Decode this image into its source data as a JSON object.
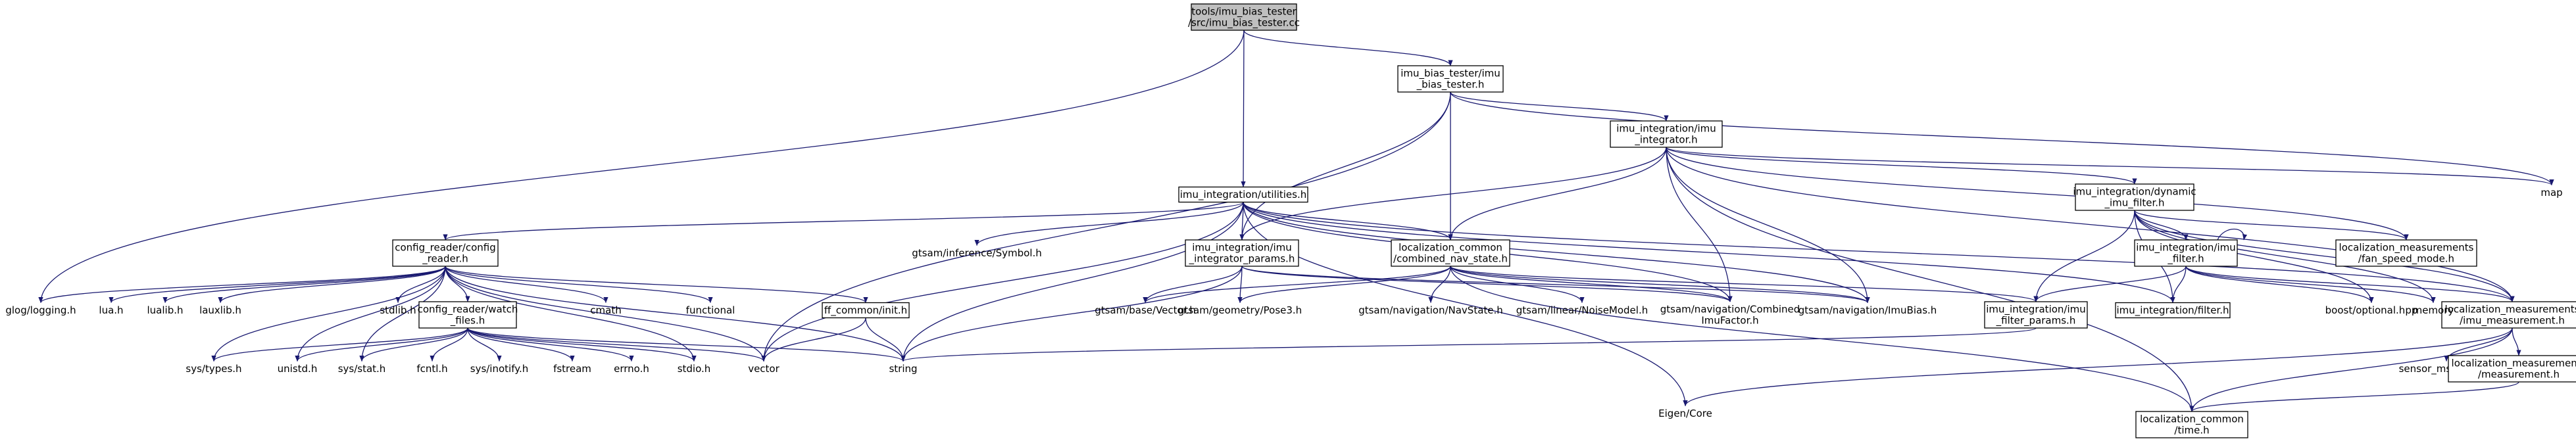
{
  "nodes": [
    {
      "id": "root",
      "lines": [
        "tools/imu_bias_tester",
        "/src/imu_bias_tester.cc"
      ],
      "kind": "root"
    },
    {
      "id": "tester_h",
      "lines": [
        "imu_bias_tester/imu",
        "_bias_tester.h"
      ],
      "kind": "box"
    },
    {
      "id": "integrator_h",
      "lines": [
        "imu_integration/imu",
        "_integrator.h"
      ],
      "kind": "box"
    },
    {
      "id": "utilities_h",
      "lines": [
        "imu_integration/utilities.h"
      ],
      "kind": "box"
    },
    {
      "id": "dynamic_filter_h",
      "lines": [
        "imu_integration/dynamic",
        "_imu_filter.h"
      ],
      "kind": "box"
    },
    {
      "id": "config_reader_h",
      "lines": [
        "config_reader/config",
        "_reader.h"
      ],
      "kind": "box"
    },
    {
      "id": "integrator_params_h",
      "lines": [
        "imu_integration/imu",
        "_integrator_params.h"
      ],
      "kind": "box"
    },
    {
      "id": "combined_nav_state_h",
      "lines": [
        "localization_common",
        "/combined_nav_state.h"
      ],
      "kind": "box"
    },
    {
      "id": "imu_filter_h",
      "lines": [
        "imu_integration/imu",
        "_filter.h"
      ],
      "kind": "box"
    },
    {
      "id": "fan_speed_mode_h",
      "lines": [
        "localization_measurements",
        "/fan_speed_mode.h"
      ],
      "kind": "box"
    },
    {
      "id": "map",
      "lines": [
        "map"
      ],
      "kind": "plain"
    },
    {
      "id": "symbol_h",
      "lines": [
        "gtsam/inference/Symbol.h"
      ],
      "kind": "plain"
    },
    {
      "id": "watch_files_h",
      "lines": [
        "config_reader/watch",
        "_files.h"
      ],
      "kind": "box"
    },
    {
      "id": "init_h",
      "lines": [
        "ff_common/init.h"
      ],
      "kind": "box"
    },
    {
      "id": "imu_filter_params_h",
      "lines": [
        "imu_integration/imu",
        "_filter_params.h"
      ],
      "kind": "box"
    },
    {
      "id": "filter_h",
      "lines": [
        "imu_integration/filter.h"
      ],
      "kind": "box"
    },
    {
      "id": "imu_measurement_h",
      "lines": [
        "localization_measurements",
        "/imu_measurement.h"
      ],
      "kind": "box"
    },
    {
      "id": "glog",
      "lines": [
        "glog/logging.h"
      ],
      "kind": "plain"
    },
    {
      "id": "lua_h",
      "lines": [
        "lua.h"
      ],
      "kind": "plain"
    },
    {
      "id": "lualib_h",
      "lines": [
        "lualib.h"
      ],
      "kind": "plain"
    },
    {
      "id": "lauxlib_h",
      "lines": [
        "lauxlib.h"
      ],
      "kind": "plain"
    },
    {
      "id": "stdlib_h",
      "lines": [
        "stdlib.h"
      ],
      "kind": "plain"
    },
    {
      "id": "cmath",
      "lines": [
        "cmath"
      ],
      "kind": "plain"
    },
    {
      "id": "functional",
      "lines": [
        "functional"
      ],
      "kind": "plain"
    },
    {
      "id": "vector_h",
      "lines": [
        "gtsam/base/Vector.h"
      ],
      "kind": "plain"
    },
    {
      "id": "pose3_h",
      "lines": [
        "gtsam/geometry/Pose3.h"
      ],
      "kind": "plain"
    },
    {
      "id": "navstate_h",
      "lines": [
        "gtsam/navigation/NavState.h"
      ],
      "kind": "plain"
    },
    {
      "id": "noisemodel_h",
      "lines": [
        "gtsam/linear/NoiseModel.h"
      ],
      "kind": "plain"
    },
    {
      "id": "combined_imu_factor_h",
      "lines": [
        "gtsam/navigation/Combined",
        "ImuFactor.h"
      ],
      "kind": "plain"
    },
    {
      "id": "imubias_h",
      "lines": [
        "gtsam/navigation/ImuBias.h"
      ],
      "kind": "plain"
    },
    {
      "id": "optional_hpp",
      "lines": [
        "boost/optional.hpp"
      ],
      "kind": "plain"
    },
    {
      "id": "memory",
      "lines": [
        "memory"
      ],
      "kind": "plain"
    },
    {
      "id": "sys_types_h",
      "lines": [
        "sys/types.h"
      ],
      "kind": "plain"
    },
    {
      "id": "unistd_h",
      "lines": [
        "unistd.h"
      ],
      "kind": "plain"
    },
    {
      "id": "sys_stat_h",
      "lines": [
        "sys/stat.h"
      ],
      "kind": "plain"
    },
    {
      "id": "fcntl_h",
      "lines": [
        "fcntl.h"
      ],
      "kind": "plain"
    },
    {
      "id": "inotify_h",
      "lines": [
        "sys/inotify.h"
      ],
      "kind": "plain"
    },
    {
      "id": "fstream",
      "lines": [
        "fstream"
      ],
      "kind": "plain"
    },
    {
      "id": "errno_h",
      "lines": [
        "errno.h"
      ],
      "kind": "plain"
    },
    {
      "id": "stdio_h",
      "lines": [
        "stdio.h"
      ],
      "kind": "plain"
    },
    {
      "id": "vector",
      "lines": [
        "vector"
      ],
      "kind": "plain"
    },
    {
      "id": "string",
      "lines": [
        "string"
      ],
      "kind": "plain"
    },
    {
      "id": "eigen_core",
      "lines": [
        "Eigen/Core"
      ],
      "kind": "plain"
    },
    {
      "id": "sensor_msgs_imu",
      "lines": [
        "sensor_msgs/Imu.h"
      ],
      "kind": "plain"
    },
    {
      "id": "measurement_h",
      "lines": [
        "localization_measurements",
        "/measurement.h"
      ],
      "kind": "box"
    },
    {
      "id": "time_h",
      "lines": [
        "localization_common",
        "/time.h"
      ],
      "kind": "box"
    }
  ],
  "edges": [
    [
      "root",
      "tester_h"
    ],
    [
      "root",
      "utilities_h"
    ],
    [
      "root",
      "glog"
    ],
    [
      "tester_h",
      "integrator_h"
    ],
    [
      "tester_h",
      "integrator_params_h"
    ],
    [
      "tester_h",
      "combined_nav_state_h"
    ],
    [
      "tester_h",
      "map"
    ],
    [
      "tester_h",
      "vector"
    ],
    [
      "integrator_h",
      "dynamic_filter_h"
    ],
    [
      "integrator_h",
      "integrator_params_h"
    ],
    [
      "integrator_h",
      "combined_nav_state_h"
    ],
    [
      "integrator_h",
      "fan_speed_mode_h"
    ],
    [
      "integrator_h",
      "imu_measurement_h"
    ],
    [
      "integrator_h",
      "time_h"
    ],
    [
      "integrator_h",
      "combined_imu_factor_h"
    ],
    [
      "integrator_h",
      "imubias_h"
    ],
    [
      "integrator_h",
      "map"
    ],
    [
      "utilities_h",
      "config_reader_h"
    ],
    [
      "utilities_h",
      "integrator_params_h"
    ],
    [
      "utilities_h",
      "combined_nav_state_h"
    ],
    [
      "utilities_h",
      "symbol_h"
    ],
    [
      "utilities_h",
      "imu_measurement_h"
    ],
    [
      "utilities_h",
      "combined_imu_factor_h"
    ],
    [
      "utilities_h",
      "imubias_h"
    ],
    [
      "utilities_h",
      "string"
    ],
    [
      "utilities_h",
      "vector"
    ],
    [
      "utilities_h",
      "eigen_core"
    ],
    [
      "utilities_h",
      "filter_h"
    ],
    [
      "dynamic_filter_h",
      "imu_filter_h"
    ],
    [
      "dynamic_filter_h",
      "fan_speed_mode_h"
    ],
    [
      "dynamic_filter_h",
      "imu_filter_params_h"
    ],
    [
      "dynamic_filter_h",
      "imu_measurement_h"
    ],
    [
      "dynamic_filter_h",
      "memory"
    ],
    [
      "dynamic_filter_h",
      "optional_hpp"
    ],
    [
      "dynamic_filter_h",
      "filter_h"
    ],
    [
      "imu_filter_h",
      "imu_filter_params_h"
    ],
    [
      "imu_filter_h",
      "filter_h"
    ],
    [
      "imu_filter_h",
      "imu_measurement_h"
    ],
    [
      "imu_filter_h",
      "optional_hpp"
    ],
    [
      "imu_filter_h",
      "memory"
    ],
    [
      "config_reader_h",
      "glog"
    ],
    [
      "config_reader_h",
      "lua_h"
    ],
    [
      "config_reader_h",
      "lualib_h"
    ],
    [
      "config_reader_h",
      "lauxlib_h"
    ],
    [
      "config_reader_h",
      "stdlib_h"
    ],
    [
      "config_reader_h",
      "cmath"
    ],
    [
      "config_reader_h",
      "functional"
    ],
    [
      "config_reader_h",
      "watch_files_h"
    ],
    [
      "config_reader_h",
      "init_h"
    ],
    [
      "config_reader_h",
      "sys_types_h"
    ],
    [
      "config_reader_h",
      "unistd_h"
    ],
    [
      "config_reader_h",
      "sys_stat_h"
    ],
    [
      "config_reader_h",
      "string"
    ],
    [
      "config_reader_h",
      "vector"
    ],
    [
      "config_reader_h",
      "stdio_h"
    ],
    [
      "watch_files_h",
      "sys_types_h"
    ],
    [
      "watch_files_h",
      "unistd_h"
    ],
    [
      "watch_files_h",
      "sys_stat_h"
    ],
    [
      "watch_files_h",
      "fcntl_h"
    ],
    [
      "watch_files_h",
      "inotify_h"
    ],
    [
      "watch_files_h",
      "fstream"
    ],
    [
      "watch_files_h",
      "errno_h"
    ],
    [
      "watch_files_h",
      "stdio_h"
    ],
    [
      "watch_files_h",
      "vector"
    ],
    [
      "watch_files_h",
      "string"
    ],
    [
      "init_h",
      "string"
    ],
    [
      "init_h",
      "vector"
    ],
    [
      "integrator_params_h",
      "vector_h"
    ],
    [
      "integrator_params_h",
      "pose3_h"
    ],
    [
      "integrator_params_h",
      "combined_imu_factor_h"
    ],
    [
      "integrator_params_h",
      "string"
    ],
    [
      "integrator_params_h",
      "imubias_h"
    ],
    [
      "combined_nav_state_h",
      "vector_h"
    ],
    [
      "combined_nav_state_h",
      "pose3_h"
    ],
    [
      "combined_nav_state_h",
      "navstate_h"
    ],
    [
      "combined_nav_state_h",
      "noisemodel_h"
    ],
    [
      "combined_nav_state_h",
      "combined_imu_factor_h"
    ],
    [
      "combined_nav_state_h",
      "imubias_h"
    ],
    [
      "combined_nav_state_h",
      "time_h"
    ],
    [
      "combined_nav_state_h",
      "imu_filter_params_h"
    ],
    [
      "imu_filter_params_h",
      "string"
    ],
    [
      "imu_measurement_h",
      "eigen_core"
    ],
    [
      "imu_measurement_h",
      "sensor_msgs_imu"
    ],
    [
      "imu_measurement_h",
      "measurement_h"
    ],
    [
      "imu_measurement_h",
      "time_h"
    ],
    [
      "measurement_h",
      "time_h"
    ]
  ],
  "colors": {
    "edge": "#191970",
    "root_fill": "#bfbfbf",
    "box_fill": "#ffffff",
    "border": "#000000"
  }
}
